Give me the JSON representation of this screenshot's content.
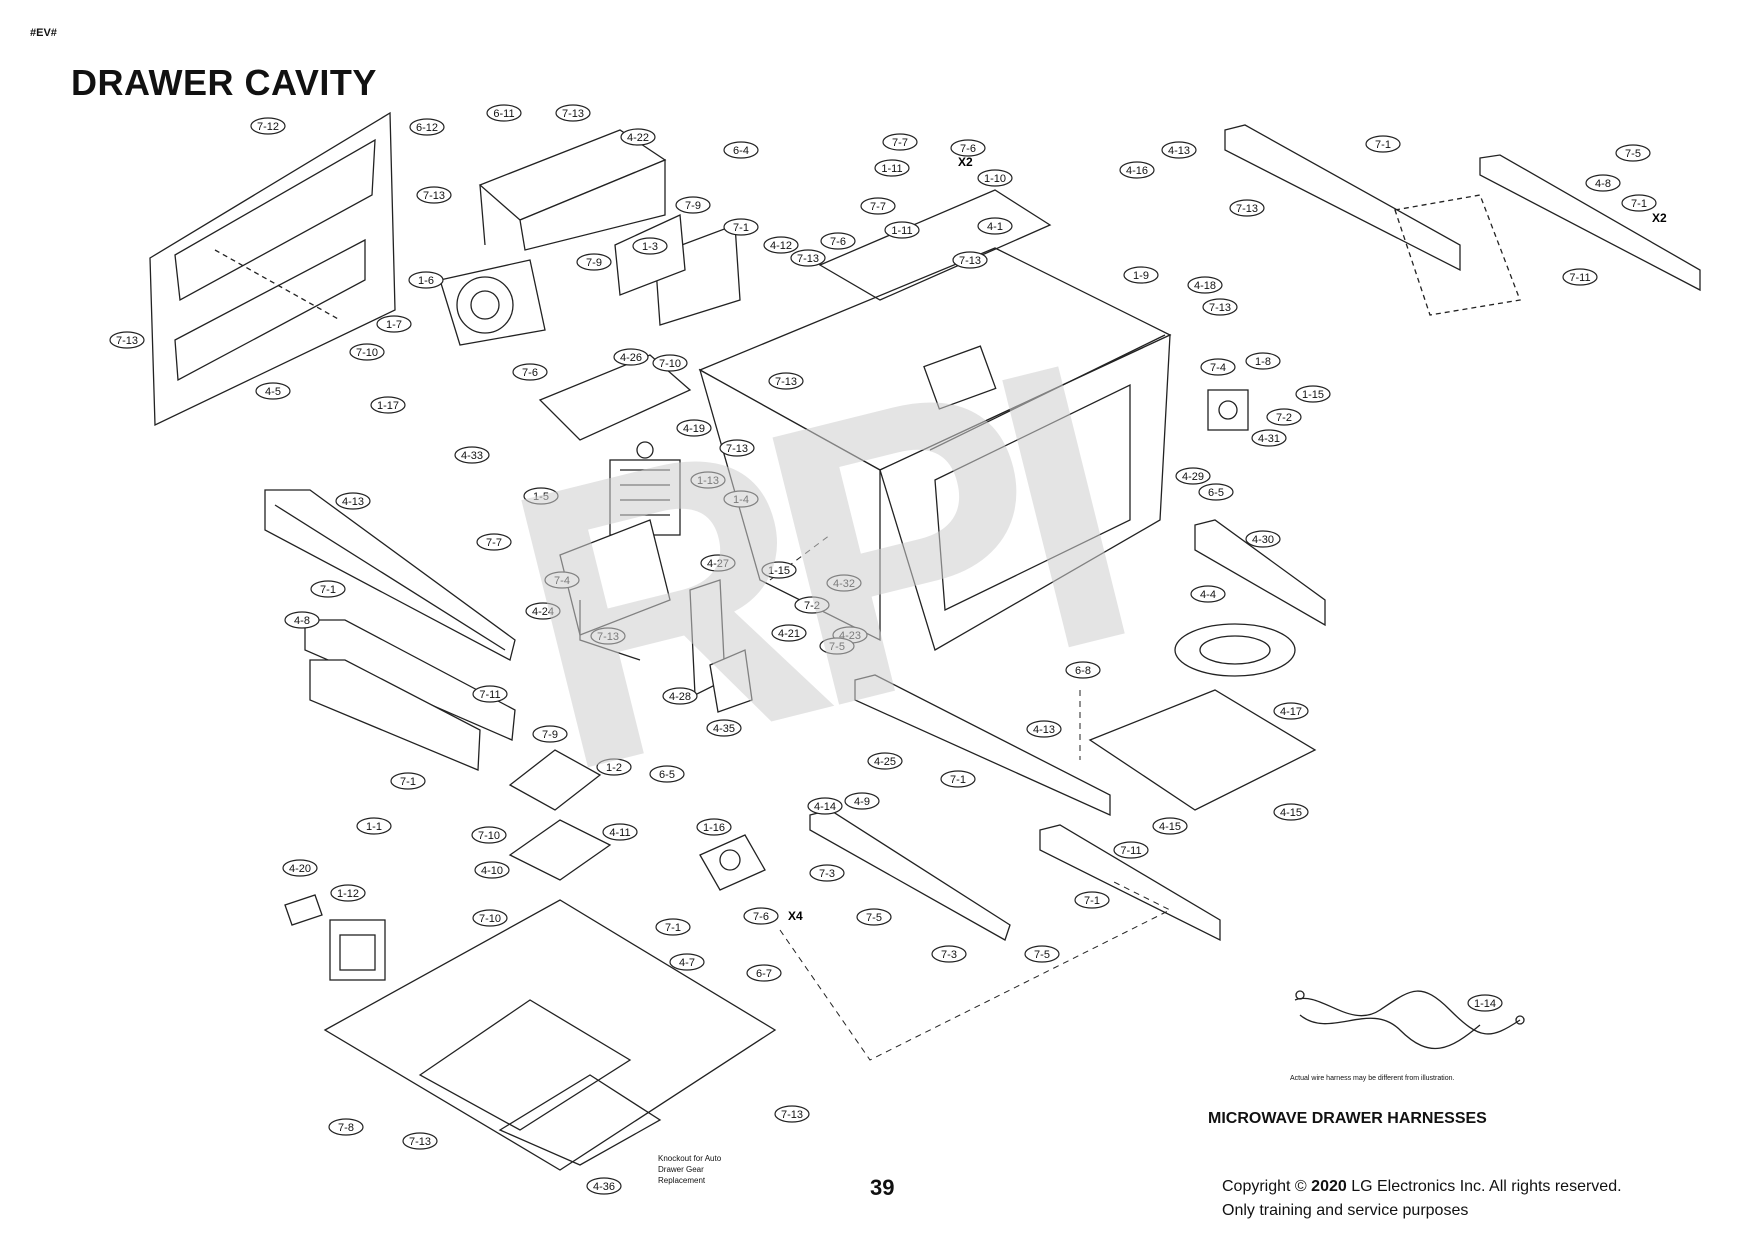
{
  "page": {
    "tag": "#EV#",
    "title": "DRAWER CAVITY",
    "page_number": "39"
  },
  "watermark": "RPI",
  "harness": {
    "title": "MICROWAVE DRAWER HARNESSES",
    "note": "Actual wire harness may be different from illustration.",
    "callout": "1-14"
  },
  "knockout_note": "Knockout for Auto Drawer Gear Replacement",
  "copyright": {
    "prefix": "Copyright ©",
    "year": "2020",
    "suffix": "LG Electronics Inc. All rights reserved.",
    "line2": "Only training and service purposes"
  },
  "multipliers": [
    "X2",
    "X2",
    "X4"
  ],
  "callouts": [
    "7-12",
    "6-12",
    "6-11",
    "7-13",
    "4-22",
    "6-4",
    "7-7",
    "7-6",
    "1-11",
    "1-10",
    "4-16",
    "4-13",
    "7-1",
    "7-5",
    "4-8",
    "7-1",
    "7-13",
    "7-9",
    "7-1",
    "4-12",
    "1-3",
    "7-9",
    "7-6",
    "7-13",
    "7-7",
    "1-11",
    "4-1",
    "7-13",
    "7-13",
    "1-9",
    "4-18",
    "7-13",
    "7-11",
    "1-6",
    "7-13",
    "1-7",
    "7-10",
    "1-17",
    "4-5",
    "4-26",
    "7-10",
    "7-6",
    "7-13",
    "4-33",
    "4-19",
    "7-13",
    "1-13",
    "1-4",
    "7-4",
    "1-8",
    "1-15",
    "7-2",
    "4-31",
    "4-29",
    "6-5",
    "4-13",
    "1-5",
    "7-7",
    "4-27",
    "1-15",
    "7-4",
    "4-32",
    "7-2",
    "4-24",
    "7-13",
    "4-21",
    "4-23",
    "4-30",
    "7-1",
    "4-8",
    "7-11",
    "4-4",
    "4-28",
    "4-35",
    "6-8",
    "7-5",
    "7-1",
    "1-2",
    "7-9",
    "6-5",
    "4-11",
    "4-13",
    "7-1",
    "4-17",
    "4-25",
    "4-9",
    "4-14",
    "1-16",
    "7-3",
    "7-11",
    "4-15",
    "4-15",
    "1-1",
    "7-10",
    "4-10",
    "4-20",
    "1-12",
    "7-10",
    "7-6",
    "7-5",
    "7-1",
    "7-1",
    "7-3",
    "7-5",
    "4-7",
    "6-7",
    "7-8",
    "7-13",
    "7-13",
    "4-36"
  ],
  "legend_colors": {
    "line": "#222222",
    "watermark": "#cfcfcf"
  }
}
